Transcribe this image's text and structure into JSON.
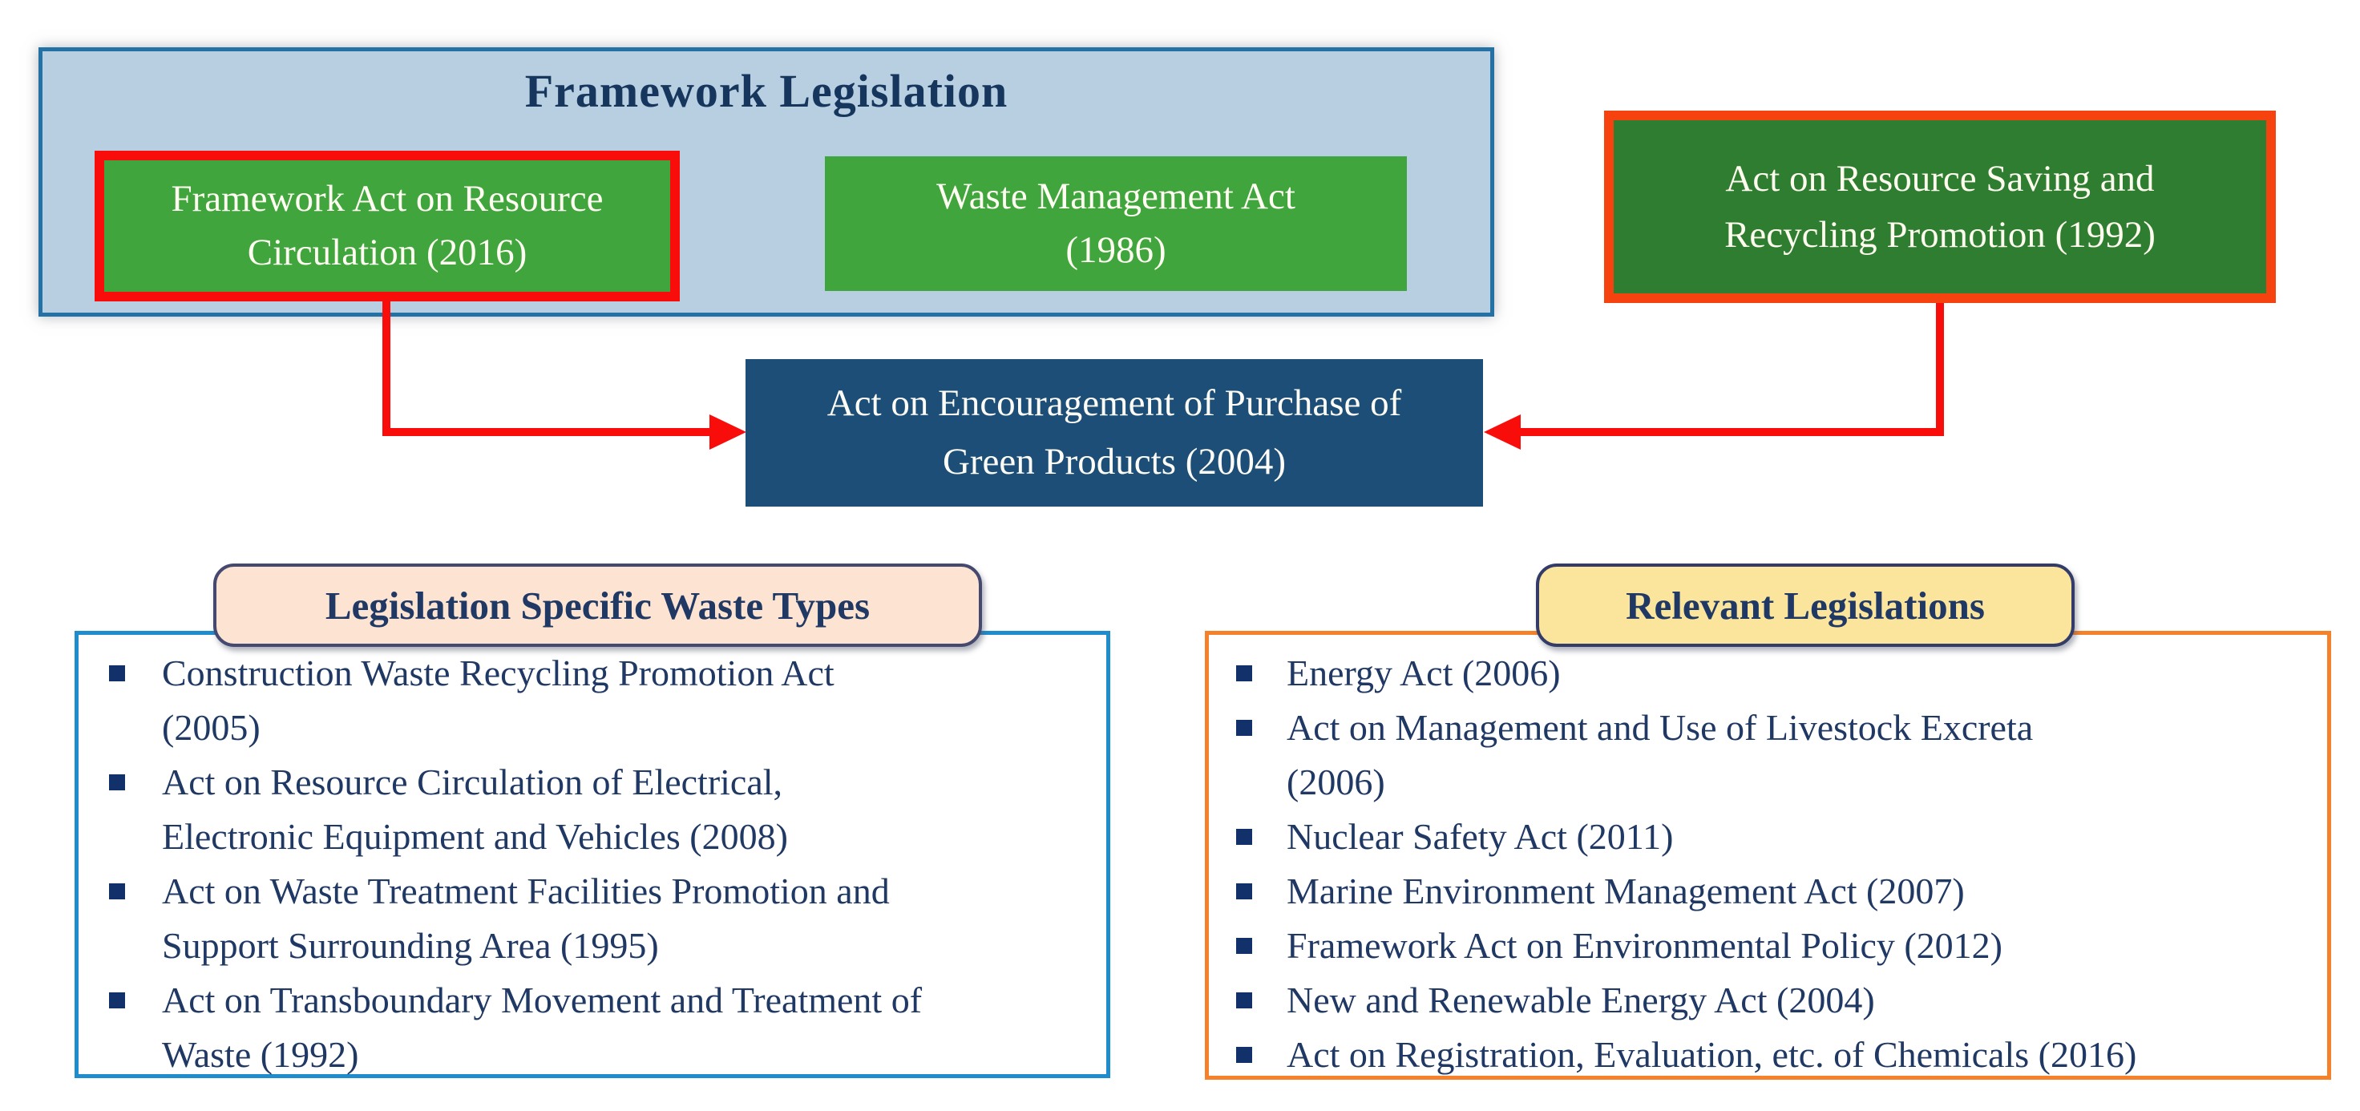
{
  "framework_panel": {
    "title": "Framework Legislation",
    "boxes": [
      {
        "label": "Framework Act on Resource\nCirculation (2016)",
        "highlighted": true
      },
      {
        "label": "Waste Management Act\n(1986)",
        "highlighted": false
      }
    ]
  },
  "promotion_box": {
    "label": "Act on Resource Saving and\nRecycling Promotion (1992)"
  },
  "green_products_box": {
    "label": "Act on Encouragement of Purchase of\nGreen Products (2004)"
  },
  "left_panel": {
    "header": "Legislation Specific Waste Types",
    "items": [
      "Construction Waste Recycling Promotion Act\n(2005)",
      "Act on Resource Circulation of Electrical,\nElectronic Equipment and Vehicles (2008)",
      "Act on Waste Treatment Facilities Promotion and\nSupport Surrounding Area (1995)",
      "Act on Transboundary Movement and Treatment of\nWaste (1992)"
    ]
  },
  "right_panel": {
    "header": "Relevant Legislations",
    "items": [
      "Energy Act (2006)",
      "Act on Management and Use of Livestock Excreta\n(2006)",
      "Nuclear Safety Act (2011)",
      "Marine Environment Management Act (2007)",
      "Framework Act on Environmental Policy (2012)",
      "New and Renewable Energy Act (2004)",
      "Act on Registration, Evaluation, etc. of Chemicals (2016)"
    ]
  },
  "colors": {
    "panel_fill": "#b7cfe1",
    "panel_border": "#2471a5",
    "green_fill": "#3fa53c",
    "dark_green_fill": "#2e7d31",
    "red_accent": "#f90d0b",
    "orange_red_border": "#f5420e",
    "navy_fill": "#1d4e78",
    "navy_text": "#1f3864",
    "pink_header_fill": "#fce3d2",
    "yellow_header_fill": "#fbe49b",
    "blue_list_border": "#1f8ccd",
    "orange_list_border": "#f5822a"
  }
}
